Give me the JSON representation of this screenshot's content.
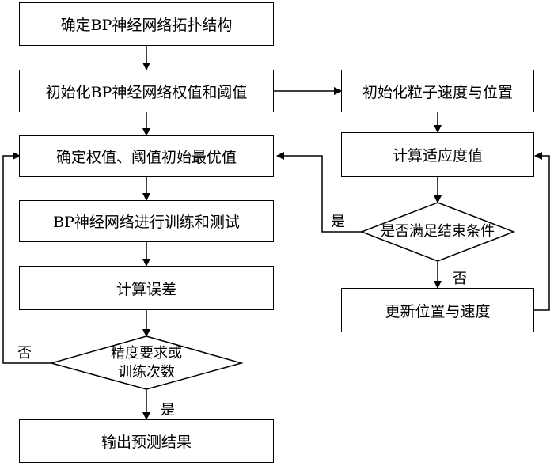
{
  "left_flow": {
    "step1": "确定BP神经网络拓扑结构",
    "step2": "初始化BP神经网络权值和阈值",
    "step3": "确定权值、阈值初始最优值",
    "step4": "BP神经网络进行训练和测试",
    "step5": "计算误差",
    "decision_line1": "精度要求或",
    "decision_line2": "训练次数",
    "output": "输出预测结果",
    "yes_label": "是",
    "no_label": "否"
  },
  "right_flow": {
    "step1": "初始化粒子速度与位置",
    "step2": "计算适应度值",
    "decision": "是否满足结束条件",
    "update": "更新位置与速度",
    "yes_label": "是",
    "no_label": "否"
  }
}
